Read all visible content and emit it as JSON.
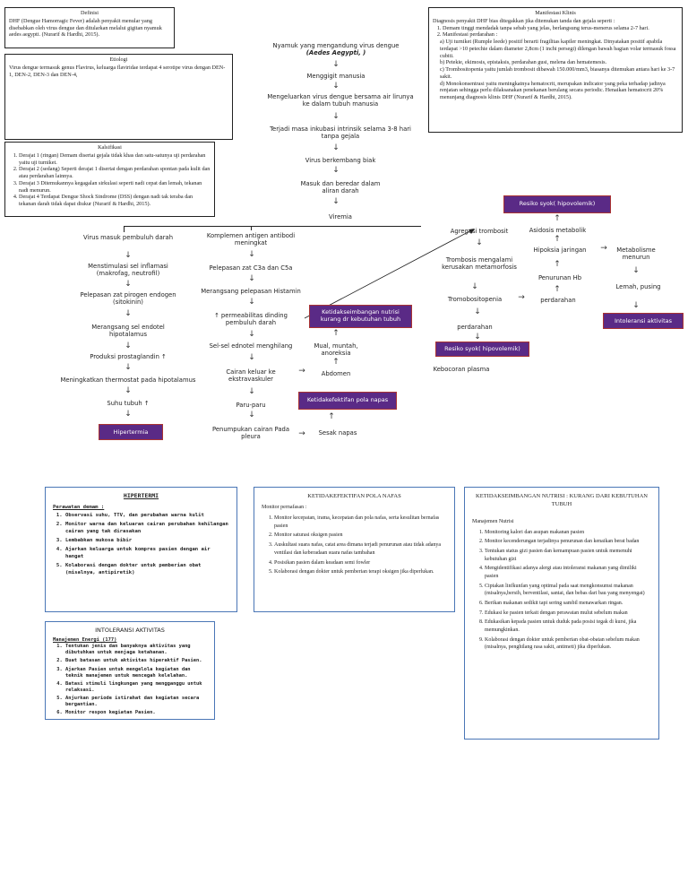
{
  "definisi": {
    "title": "Definisi",
    "text": "DHF (Dengue Hamorragic Fever) adalah penyakit menular yang disebabkan oleh virus dengue dan ditularkan melalui gigitan nyamuk aedes aegypti. (Nurarif & Hardhi, 2015)."
  },
  "etiologi": {
    "title": "Etiologi",
    "text": "Virus dengue termasuk genus Flavirus, keluarga flaviridae terdapat 4 serotipe virus dengan DEN-1, DEN-2, DEN-3 dan DEN-4,"
  },
  "klasifikasi": {
    "title": "Kalsifikasi",
    "items": [
      "Derajat 1 (ringan) Demam disertai gejala tidak khas dan satu-satunya uji perdarahan yaitu uji turniket.",
      "Derajat 2 (sedang) Seperti derajat 1 disertai dengan perdarahan spontan pada kulit dan atau perdarahan lainnya.",
      "Derajat 3 Ditemukannya kegagalan sirkulasi seperti nadi cepat dan lemah, tekanan nadi menurun.",
      "Derajat 4 Terdapat Dengue Shock Sindrome (DSS) dengan nadi tak teraba dan tekanan darah tidak dapat diukur (Nurarif & Hardhi, 2015)."
    ]
  },
  "manifestasi": {
    "title": "Manifestasi Klinis",
    "intro": "Diagnosis penyakit DHF bias ditegakkan jika ditemukan tanda dan gejala seperti :",
    "items": [
      "Demam tinggi mendadak tanpa sebab yang jelas, berlangsung terus-menerus selama 2-7 hari.",
      "Manifestasi perdarahan :"
    ],
    "subitems": [
      "a) Uji turniket (Rumple leede) positif berarti fragilitas kapiler meningkat. Dinyatakan positif apabila terdapat >10 petechie dalam diameter 2,8cm (1 inchi persegi) dilengan bawah bagian volar termasuk fossa cubiti.",
      "b) Petekie, ekimosis, epistaksis, perdarahan gusi, melena dan hematemesis.",
      "c) Trombositopenia yaitu jumlah trombosit dibawah 150.000/mm3, biasanya ditemukan antara hari ke 3-7 sakit.",
      "d) Monokonsentrasi yaitu meningkatnya hematocrit, merupakan indicator yang peka terhadap jadinya renjatan sehingga perlu dilaksanakan penekanan berulang secara periodic. Henaikan hematocrit 20% menunjang diagnosis klinis DHF (Nurarif & Hardhi, 2015)."
    ]
  },
  "flow_center": {
    "n1_line1": "Nyamuk yang mengandung virus dengue",
    "n1_line2": "(Aedes Aegypti, )",
    "n2": "Menggigit manusia",
    "n3": "Mengeluarkan virus dengue bersama air lirunya ke dalam tubuh manusia",
    "n4": "Terjadi masa inkubasi intrinsik selama 3-8 hari tanpa gejala",
    "n5": "Virus berkembang biak",
    "n6": "Masuk dan beredar dalam aliran darah",
    "n7": "Viremia"
  },
  "flow_left": [
    "Virus masuk pembuluh darah",
    "Menstimulasi sel inflamasi (makrofag, neutrofil)",
    "Pelepasan zat pirogen endogen (sitokinin)",
    "Merangsang sel endotel hipotalamus",
    "Produksi prostaglandin ↑",
    "Meningkatkan thermostat pada hipotalamus",
    "Suhu tubuh ↑"
  ],
  "flow_mid": [
    "Komplemen antigen antibodi meningkat",
    "Pelepasan zat C3a dan C5a",
    "Merangsang pelepasan Histamin",
    "↑ permeabilitas dinding pembuluh darah",
    "Sel-sel ednotel menghilang",
    "Cairan keluar ke ekstravaskuler",
    "Paru-paru",
    "Penumpukan cairan Pada pleura"
  ],
  "flow_right_mid": {
    "mual": "Mual, muntah, anoreksia",
    "abdomen": "Abdomen",
    "sesak": "Sesak napas"
  },
  "flow_right": {
    "agregasi": "Agregasi trombosit",
    "trombosis": "Trombosis mengalami kerusakan metamorfosis",
    "trombositopenia": "Tromobositopenia",
    "perdarahan_left": "perdarahan",
    "kebocoran": "Kebocoran plasma",
    "asidosis": "Asidosis metabolik",
    "hipoksia": "Hipoksia jaringan",
    "metabolisme": "Metabolisme menurun",
    "penurunan_hb": "Penurunan Hb",
    "perdarahan_right": "perdarahan",
    "lemah": "Lemah, pusing"
  },
  "diagnoses": {
    "hipertermia": "Hipertermia",
    "nutrisi": "Ketidakseimbangan nutrisi kurang dr kebutuhan tubuh",
    "pola_napas": "Ketidakefektifan pola napas",
    "resiko_syok_top": "Resiko syok( hipovolemik)",
    "resiko_syok_bottom": "Resiko syok( hipovolemik)",
    "intoleransi": "Intoleransi aktivitas"
  },
  "cards": {
    "hipertermi": {
      "title": "HIPERTERMI",
      "subtitle": "Perawatan demam :",
      "items": [
        "Observasi suhu, TTV, dan perubahan warna kulit",
        "Monitor warna dan keluaran cairan perubahan kehilangan cairan yang tak dirasakan",
        "Lembabkan mukosa bibir",
        "Ajarkan keluarga untuk kompres pasien dengan air hangat",
        "Kolaborasi dengan dokter untuk pemberian obat (misalnya, antipiretik)"
      ]
    },
    "pola_napas": {
      "title": "KETIDAKEFEKTIFAN POLA NAFAS",
      "subtitle": "Monitor pernafasan :",
      "items": [
        "Monitor kecepatan, irama, kecepatan dan pola nafas, serta kesulitan bernafas pasien",
        "Monitor saturasi oksigen pasien",
        "Auskultasi suara nafas, catat area dimana terjadi penurunan atau tidak adanya ventilasi dan keberadaan suara nafas tambahan",
        "Posisikan pasien dalam keadaan semi fowler",
        "Kolaborasi dengan dokter untuk pemberian terapi oksigen jika diperlukan."
      ]
    },
    "nutrisi": {
      "title": "KETIDAKSEIMBANGAN NUTRISI : KURANG DARI KEBUTUHAN TUBUH",
      "subtitle": "Manajemen Nutrisi",
      "items": [
        "Monitoring kalori dan asupan makanan pasien",
        "Monitor kecenderungan terjadinya penurunan dan kenaikan berat badan",
        "Tentukan status gizi pasien dan kemampuan pasien untuk memenuhi kebutuhan gizi",
        "Mengidentifikasi adanya alergi atau intoleransi makanan yang dimiliki pasien",
        "Ciptakan linfkunfan yang optimal pada saat mengkonsumsi makanan (misalnya,bersih, berventilasi, santai, dan bebas dari bau yang menyengat)",
        "Berikan makanan sedikit tapi sering sambil menawarkan ringan.",
        "Edukasi ke pasien terkait dengan perawatan mulut sebelum makan",
        "Edukasikan kepada pasien untuk duduk pada posisi tegak di kursi, jika memungkinkan.",
        "Kolaborasi dengan dokter untuk pemberian obat-obatan sebelum makan (misalnya, penghilang rasa sakit, antimeti) jika diperlukan."
      ]
    },
    "intoleransi": {
      "title": "INTOLERANSI AKTIVITAS",
      "subtitle": "Manajemen Energi (177)",
      "items": [
        "Tentukan jenis dan banyaknya aktivitas yang dibutuhkan untuk menjaga ketahanan.",
        "Buat batasan untuk aktivitas hiperaktif Pasien.",
        "Ajarkan Pasien untuk mengelola kegiatan dan teknik manajemen untuk mencegah kelelahan.",
        "Batasi stimuli lingkungan yang mengganggu untuk relaksasi.",
        "Anjurkan periode istirahat dan kegiatan secara bergantian.",
        "Monitor respon kegiatan Pasien."
      ]
    }
  },
  "colors": {
    "diagnosis_fill": "#5a2a86",
    "diagnosis_border": "#a33333",
    "card_border": "#4a76b6"
  }
}
